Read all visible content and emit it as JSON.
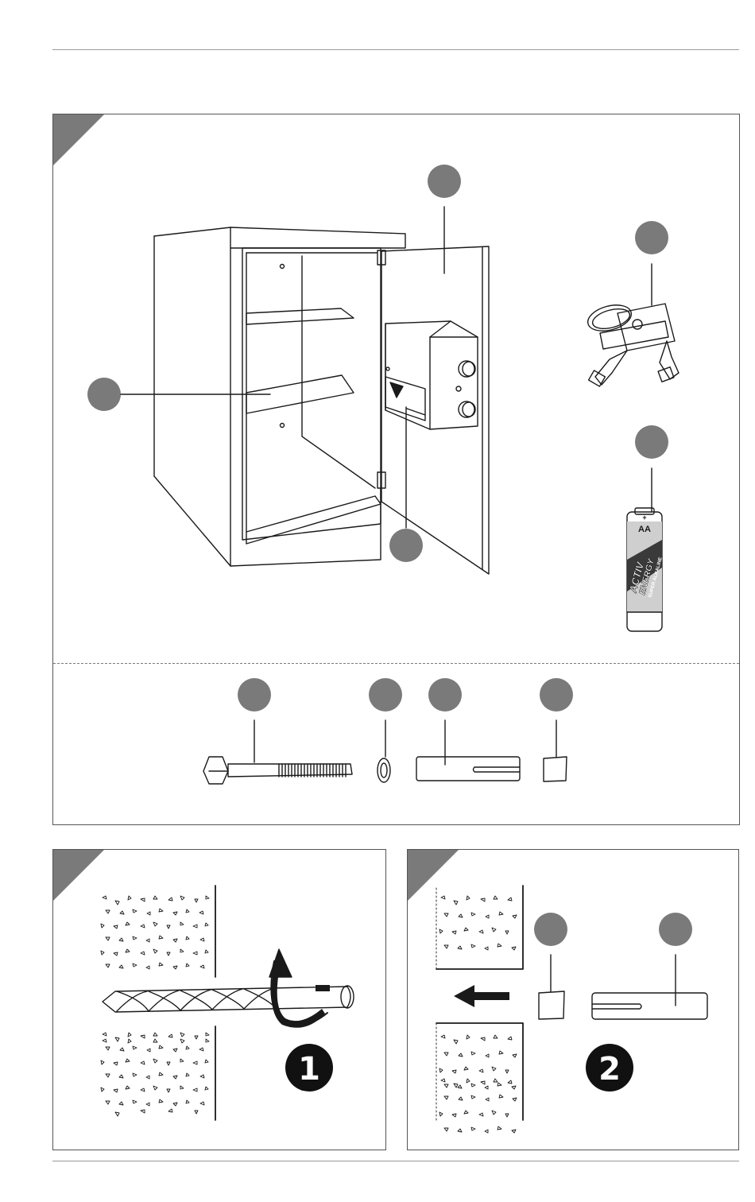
{
  "colors": {
    "callout_badge": "#7a7a7a",
    "corner_mark": "#7a7a7a",
    "line_art": "#1a1a1a",
    "step_badge": "#111111"
  },
  "figure_a": {
    "battery": {
      "polarity": "+",
      "size": "AA",
      "brand_line1": "ACTIV",
      "brand_line2": "ENERGY",
      "type": "SUPER ALKALINE"
    }
  },
  "figure_b": {
    "step_number": "1"
  },
  "figure_c": {
    "step_number": "2"
  },
  "icons": [
    "safe",
    "keys",
    "battery",
    "bolt",
    "washer",
    "anchor-sleeve",
    "anchor-wedge",
    "drill-bit",
    "rotation-arrow",
    "insert-arrow",
    "masonry-wall"
  ]
}
